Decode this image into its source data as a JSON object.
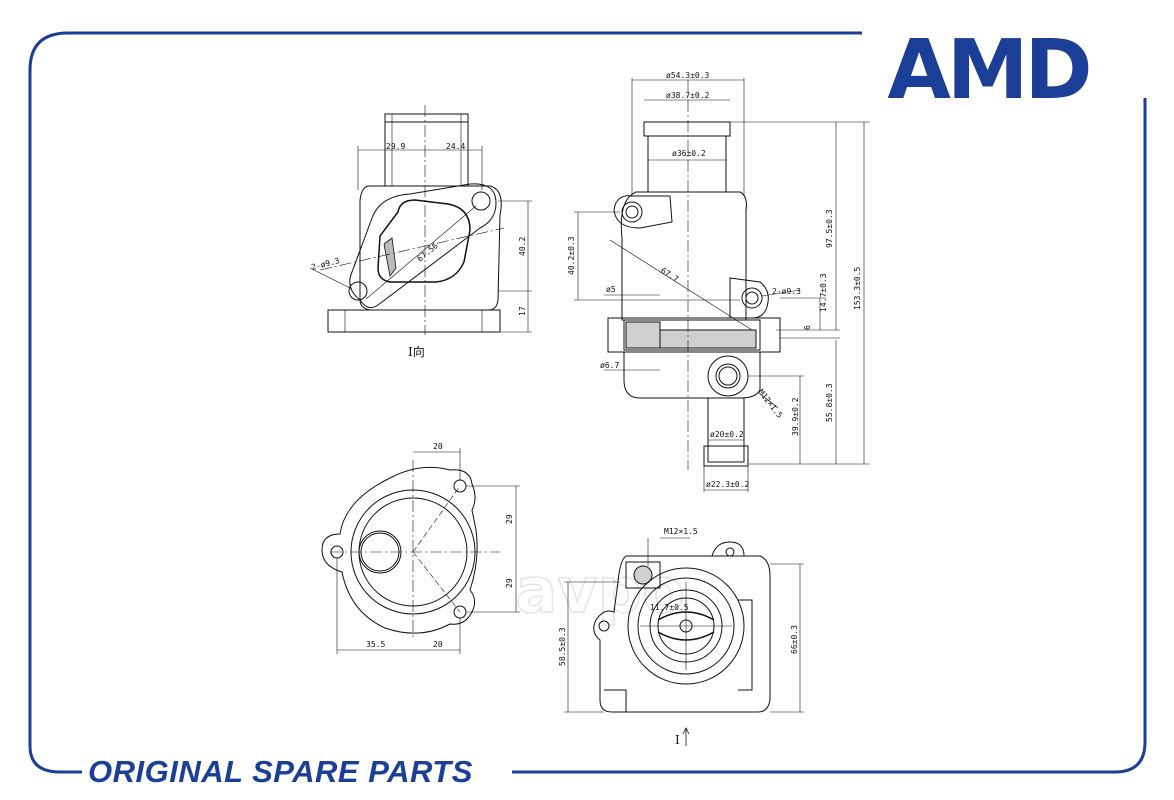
{
  "brand": {
    "logo_text": "AMD",
    "footer_text": "ORIGINAL SPARE PARTS",
    "watermark_text": "avpo",
    "brand_color": "#1b3f97"
  },
  "views": {
    "top_left_label": "I向",
    "bottom_right_label": "I"
  },
  "dimensions": {
    "d_29_9": "29.9",
    "d_24_4": "24.4",
    "d_40_2": "40.2",
    "d_17": "17",
    "d_2_phi_9_3_left": "2-ø9.3",
    "d_67_56": "67.56",
    "d_phi_54_3": "ø54.3±0.3",
    "d_phi_38_7": "ø38.7±0.2",
    "d_phi_36": "ø36±0.2",
    "d_40_2_tol": "40.2±0.3",
    "d_67_7": "67.7",
    "d_2_phi_9_3_right": "2-ø9.3",
    "d_phi_5": "ø5",
    "d_phi_6_7": "ø6.7",
    "d_m12_side": "M12×1.5",
    "d_phi_20": "ø20±0.2",
    "d_phi_22_3": "ø22.3±0.2",
    "d_97_5": "97.5±0.3",
    "d_153_3": "153.3±0.5",
    "d_14_7": "14.7±0.3",
    "d_6": "6",
    "d_55_8": "55.8±0.3",
    "d_39_9": "39.9±0.2",
    "d_20_top": "20",
    "d_29_a": "29",
    "d_29_b": "29",
    "d_35_5": "35.5",
    "d_20_bottom": "20",
    "d_m12_bottom": "M12×1.5",
    "d_11_7": "11.7±0.5",
    "d_58_5": "58.5±0.3",
    "d_66": "66±0.3"
  }
}
